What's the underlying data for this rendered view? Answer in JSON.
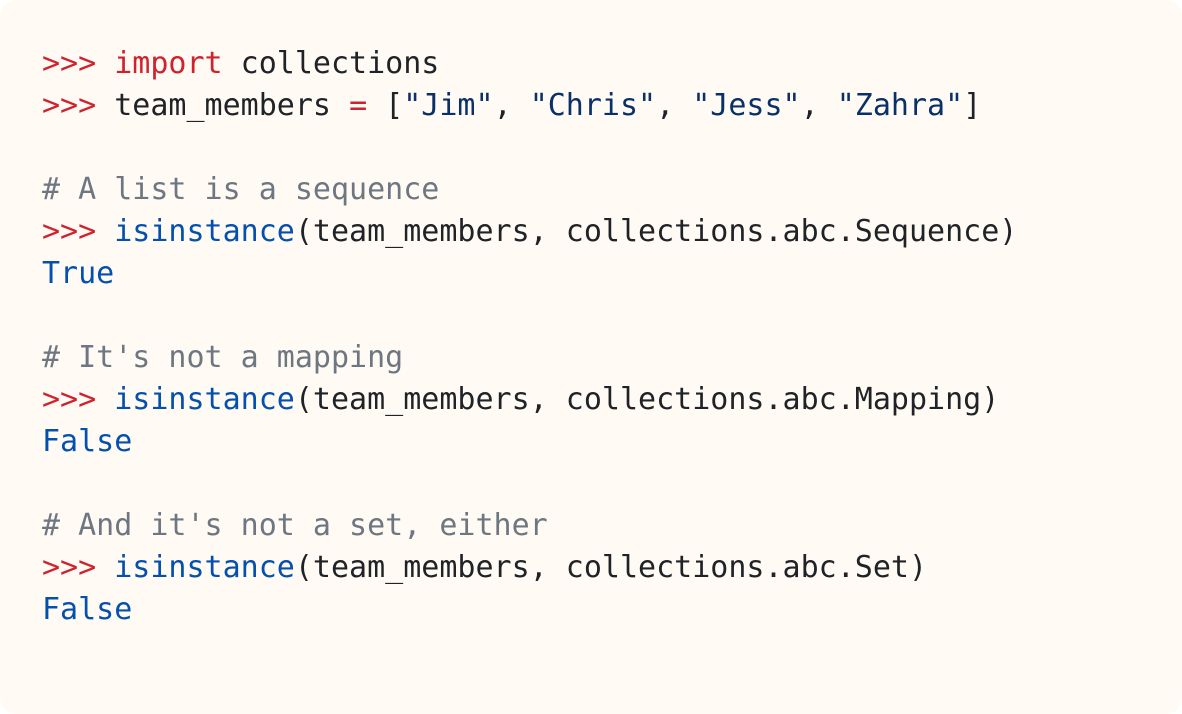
{
  "colors": {
    "background": "#fffbf4",
    "prompt": "#cf222e",
    "keyword": "#cf222e",
    "operator": "#cf222e",
    "builtin": "#0550ae",
    "string": "#0a3069",
    "constant": "#0550ae",
    "comment": "#6e7781",
    "text": "#1f2328"
  },
  "lines": [
    [
      {
        "text": ">>> ",
        "kind": "prompt"
      },
      {
        "text": "import",
        "kind": "keyword"
      },
      {
        "text": " collections",
        "kind": "text"
      }
    ],
    [
      {
        "text": ">>> ",
        "kind": "prompt"
      },
      {
        "text": "team_members ",
        "kind": "text"
      },
      {
        "text": "=",
        "kind": "operator"
      },
      {
        "text": " [",
        "kind": "text"
      },
      {
        "text": "\"Jim\"",
        "kind": "string"
      },
      {
        "text": ", ",
        "kind": "text"
      },
      {
        "text": "\"Chris\"",
        "kind": "string"
      },
      {
        "text": ", ",
        "kind": "text"
      },
      {
        "text": "\"Jess\"",
        "kind": "string"
      },
      {
        "text": ", ",
        "kind": "text"
      },
      {
        "text": "\"Zahra\"",
        "kind": "string"
      },
      {
        "text": "]",
        "kind": "text"
      }
    ],
    [],
    [
      {
        "text": "# A list is a sequence",
        "kind": "comment"
      }
    ],
    [
      {
        "text": ">>> ",
        "kind": "prompt"
      },
      {
        "text": "isinstance",
        "kind": "builtin"
      },
      {
        "text": "(team_members, collections.abc.Sequence)",
        "kind": "text"
      }
    ],
    [
      {
        "text": "True",
        "kind": "constant"
      }
    ],
    [],
    [
      {
        "text": "# It's not a mapping",
        "kind": "comment"
      }
    ],
    [
      {
        "text": ">>> ",
        "kind": "prompt"
      },
      {
        "text": "isinstance",
        "kind": "builtin"
      },
      {
        "text": "(team_members, collections.abc.Mapping)",
        "kind": "text"
      }
    ],
    [
      {
        "text": "False",
        "kind": "constant"
      }
    ],
    [],
    [
      {
        "text": "# And it's not a set, either",
        "kind": "comment"
      }
    ],
    [
      {
        "text": ">>> ",
        "kind": "prompt"
      },
      {
        "text": "isinstance",
        "kind": "builtin"
      },
      {
        "text": "(team_members, collections.abc.Set)",
        "kind": "text"
      }
    ],
    [
      {
        "text": "False",
        "kind": "constant"
      }
    ]
  ]
}
